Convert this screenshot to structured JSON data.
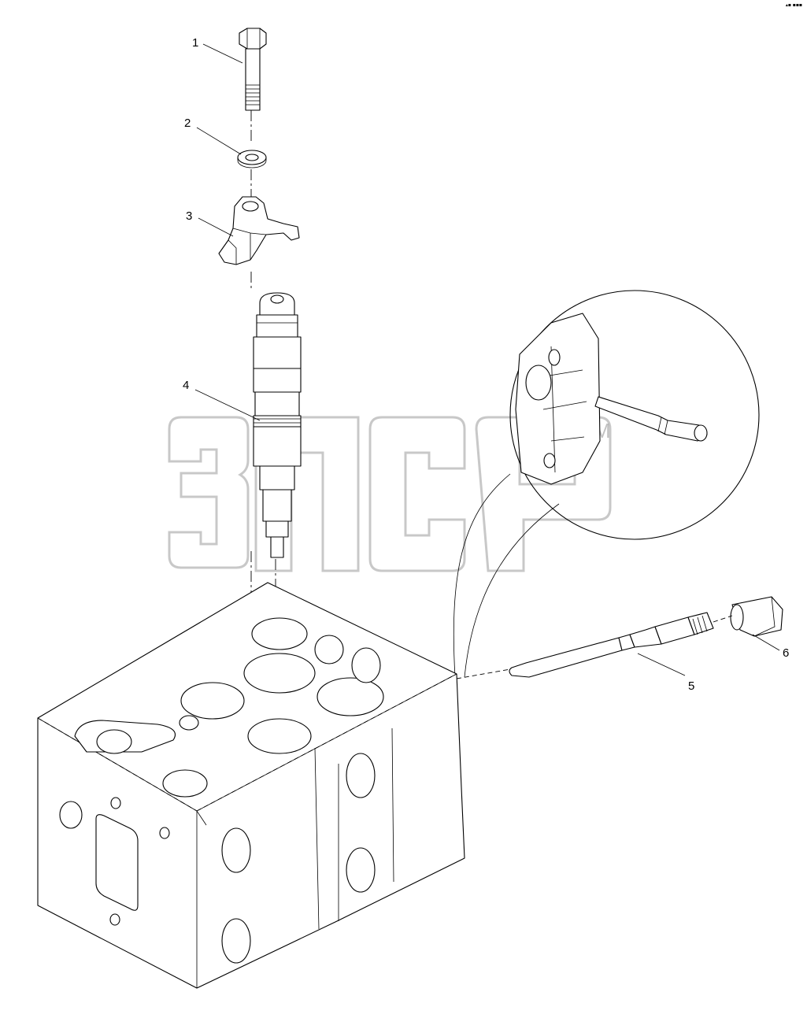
{
  "diagram": {
    "callouts": [
      {
        "id": "1",
        "label": "1"
      },
      {
        "id": "2",
        "label": "2"
      },
      {
        "id": "3",
        "label": "3"
      },
      {
        "id": "4",
        "label": "4"
      },
      {
        "id": "5",
        "label": "5"
      },
      {
        "id": "6",
        "label": "6"
      }
    ],
    "corner_mark": "▴▪ ▪▪▪",
    "watermark": {
      "text": "ЗПСР",
      "trademark": "TM"
    }
  }
}
